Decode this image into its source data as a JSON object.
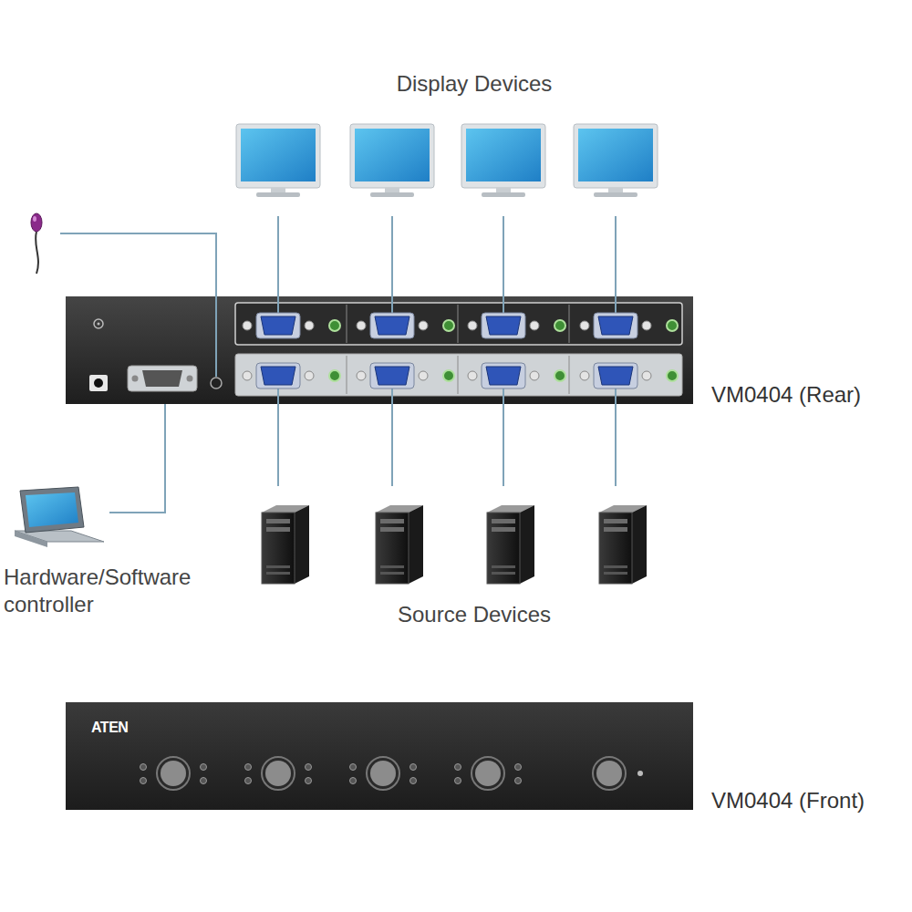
{
  "diagram": {
    "nodes": [
      {
        "text": [
          "VM0404 (Rear)"
        ]
      },
      {
        "text": [
          "Hardware/Software controller"
        ]
      },
      {
        "text": [
          "ATEN",
          "VM0404 (Front)"
        ]
      }
    ],
    "edges": [
      {
        "from": 1,
        "to": 0,
        "arrow": "none"
      }
    ],
    "labels": [
      "Display Devices",
      "Source Devices"
    ]
  }
}
